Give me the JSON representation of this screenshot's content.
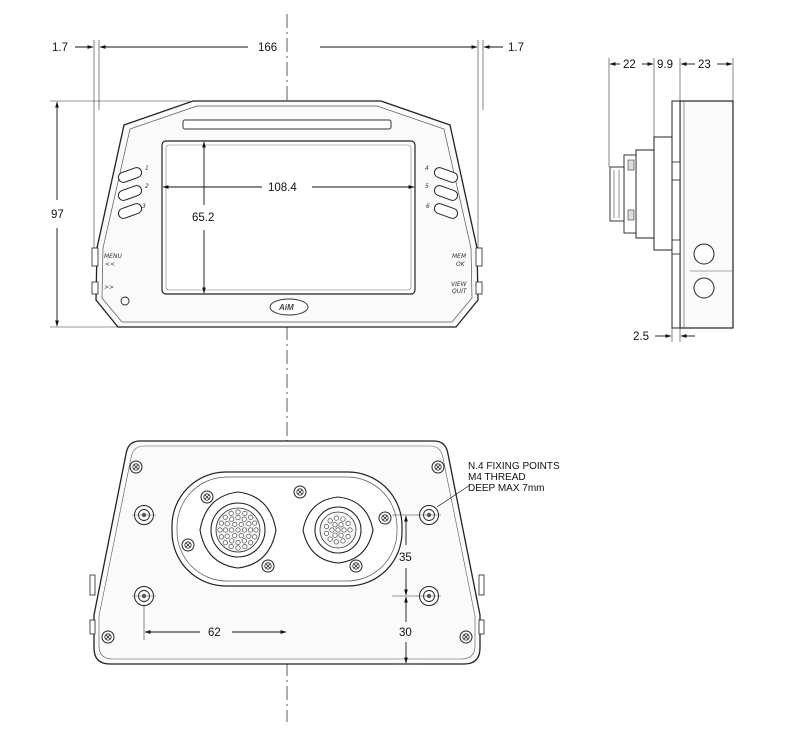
{
  "front_view": {
    "width_total": "166",
    "side_left": "1.7",
    "side_right": "1.7",
    "height_total": "97",
    "screen_width": "108.4",
    "screen_height": "65.2",
    "left_buttons": [
      "1",
      "2",
      "3"
    ],
    "right_buttons": [
      "4",
      "5",
      "6"
    ],
    "label_menu": "MENU",
    "label_menu_sub": "<<",
    "label_arrow": ">>",
    "label_mem": "MEM",
    "label_ok": "OK",
    "label_view": "VIEW",
    "label_quit": "QUIT",
    "logo": "AiM"
  },
  "side_view": {
    "dim_a": "22",
    "dim_b": "9.9",
    "dim_c": "23",
    "dim_bottom": "2.5"
  },
  "rear_view": {
    "note_line1": "N.4 FIXING POINTS",
    "note_line2": "M4 THREAD",
    "note_line3": "DEEP MAX 7mm",
    "dim_horizontal": "62",
    "dim_vertical_upper": "35",
    "dim_vertical_lower": "30"
  }
}
